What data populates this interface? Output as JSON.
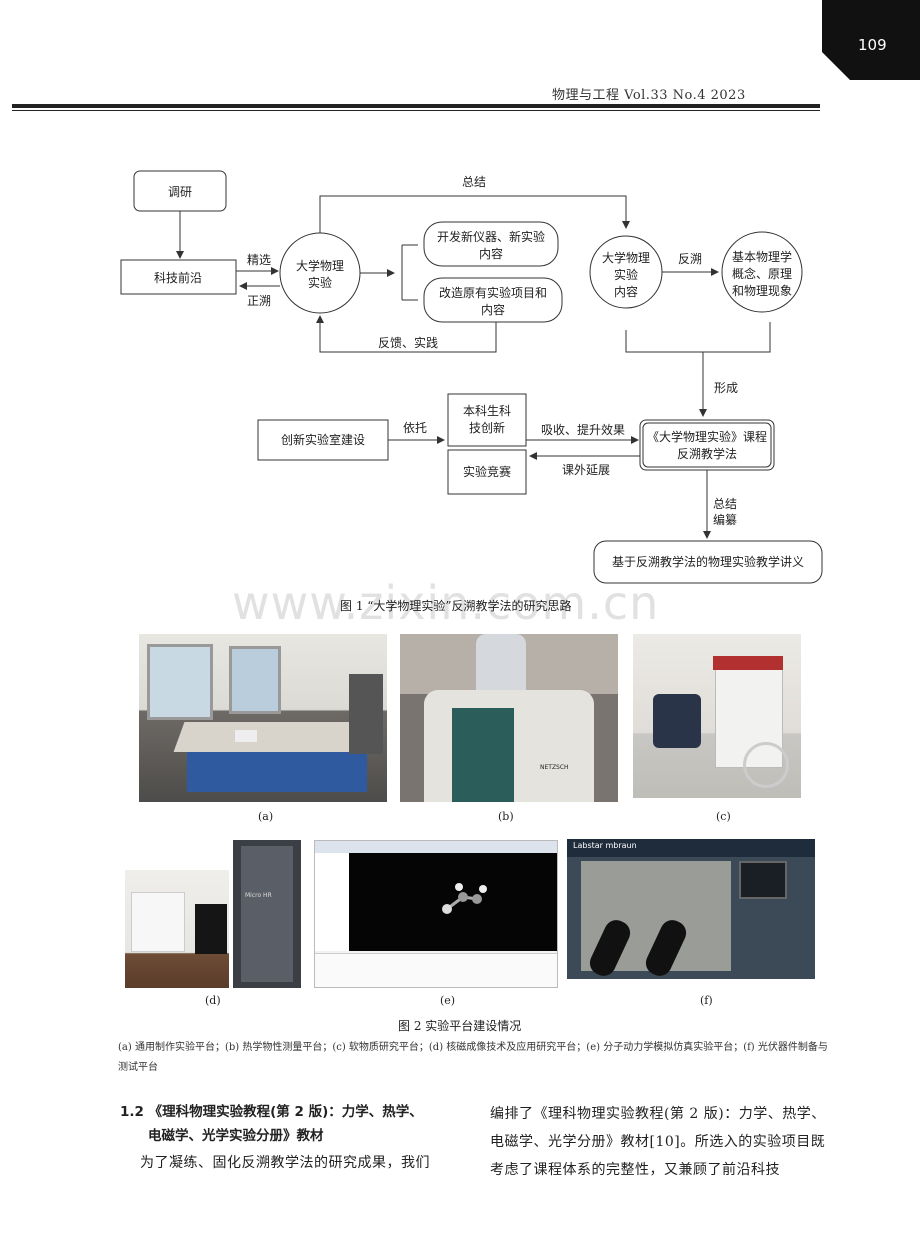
{
  "header": {
    "page_number": "109",
    "running_head": "物理与工程  Vol.33  No.4  2023"
  },
  "figure1": {
    "nodes": {
      "survey": "调研",
      "frontier": "科技前沿",
      "phys_exp_l1": "大学物理",
      "phys_exp_l2": "实验",
      "develop_l1": "开发新仪器、新实验",
      "develop_l2": "内容",
      "reform_l1": "改造原有实验项目和",
      "reform_l2": "内容",
      "content_l1": "大学物理",
      "content_l2": "实验",
      "content_l3": "内容",
      "concept_l1": "基本物理学",
      "concept_l2": "概念、原理",
      "concept_l3": "和物理现象",
      "lab_build": "创新实验室建设",
      "undergrad_l1": "本科生科",
      "undergrad_l2": "技创新",
      "contest": "实验竞赛",
      "course_l1": "《大学物理实验》课程",
      "course_l2": "反溯教学法",
      "handout": "基于反溯教学法的物理实验教学讲义"
    },
    "labels": {
      "summary": "总结",
      "select": "精选",
      "trace_back": "正溯",
      "feedback": "反馈、实践",
      "retro": "反溯",
      "form": "形成",
      "rely": "依托",
      "absorb": "吸收、提升效果",
      "extend": "课外延展",
      "summary2_l1": "总结",
      "summary2_l2": "编纂"
    },
    "caption": "图 1  “大学物理实验”反溯教学法的研究思路"
  },
  "watermark": "www.zixin.com.cn",
  "figure2": {
    "panels": [
      {
        "label": "(a)",
        "description": "lab-room"
      },
      {
        "label": "(b)",
        "description": "instrument",
        "text": "NETZSCH"
      },
      {
        "label": "(c)",
        "description": "magnet"
      },
      {
        "label": "(d)",
        "description": "micro-hr",
        "text": "Micro HR"
      },
      {
        "label": "(e)",
        "description": "molecule-software"
      },
      {
        "label": "(f)",
        "description": "glovebox",
        "text": "Labstar  mbraun"
      }
    ],
    "caption": "图 2  实验平台建设情况",
    "sublist": "(a) 通用制作实验平台；(b) 热学物性测量平台；(c) 软物质研究平台；(d) 核磁成像技术及应用研究平台；(e) 分子动力学模拟仿真实验平台；(f) 光伏器件制备与测试平台"
  },
  "section": {
    "heading_l1": "1.2 《理科物理实验教程(第 2 版)：力学、热学、",
    "heading_l2": "电磁学、光学实验分册》教材",
    "left_para": "为了凝练、固化反溯教学法的研究成果，我们",
    "right_para": "编排了《理科物理实验教程(第 2 版)：力学、热学、电磁学、光学分册》教材[10]。所选入的实验项目既考虑了课程体系的完整性，又兼顾了前沿科技"
  }
}
